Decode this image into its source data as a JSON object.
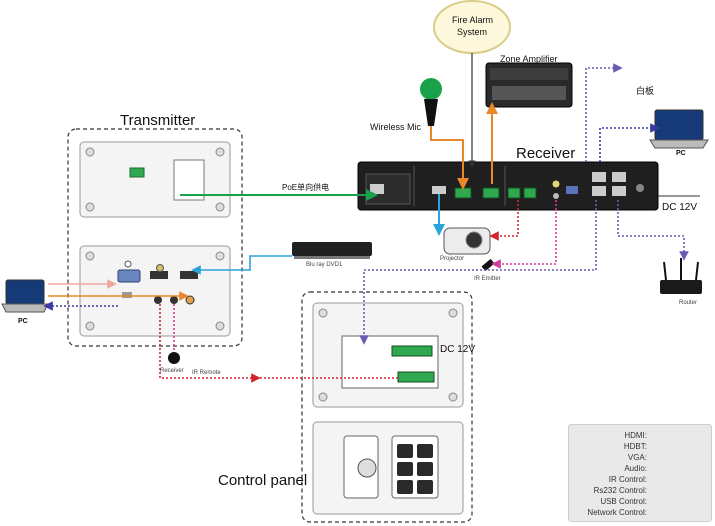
{
  "labels": {
    "transmitter": "Transmitter",
    "receiver": "Receiver",
    "control_panel": "Control panel",
    "fire_alarm": "Fire Alarm\nSystem",
    "zone_amplifier": "Zone Amplifier",
    "wireless_mic": "Wireless Mic",
    "whiteboard": "白板",
    "pc_left": "PC",
    "pc_right": "PC",
    "dc_receiver": "DC 12V",
    "dc_panel": "DC 12V",
    "poe": "PoE单向供电",
    "bluray": "Blu ray DVD1",
    "projector": "Projector",
    "ir_emitter": "IR Emitter",
    "router": "Router",
    "receiver_ir": "Receiver",
    "ir_remote": "IR Remote"
  },
  "legend": [
    {
      "label": "HDMI:",
      "color": "#29a3dc",
      "style": "solid"
    },
    {
      "label": "HDBT:",
      "color": "#19a04a",
      "style": "solid"
    },
    {
      "label": "VGA:",
      "color": "#f2a7a0",
      "style": "solid"
    },
    {
      "label": "Audio:",
      "color": "#e8882a",
      "style": "solid"
    },
    {
      "label": "IR Control:",
      "color": "#d63a9a",
      "style": "dotted"
    },
    {
      "label": "Rs232 Control:",
      "color": "#d0262e",
      "style": "dotted"
    },
    {
      "label": "USB Control:",
      "color": "#3a3aa8",
      "style": "dotted"
    },
    {
      "label": "Network Control:",
      "color": "#6b5bb5",
      "style": "dotted"
    }
  ],
  "colors": {
    "hdmi": "#29a3dc",
    "hdbt": "#19a04a",
    "vga": "#f2a7a0",
    "audio": "#e8882a",
    "ir": "#d63a9a",
    "rs232": "#d0262e",
    "usb": "#3a3aa8",
    "network": "#6b5bb5",
    "receiver_body": "#1f1f1f"
  }
}
